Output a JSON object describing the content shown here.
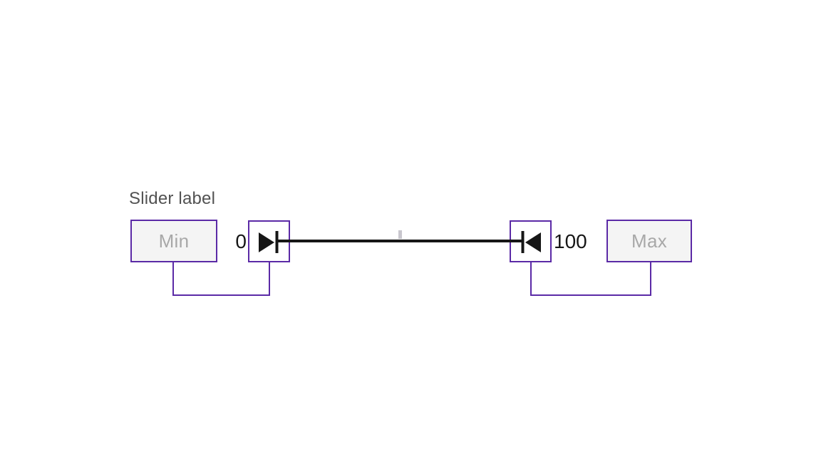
{
  "diagram": {
    "label": "Slider label",
    "range_start_value": "0",
    "range_end_value": "100",
    "min_input_placeholder": "Min",
    "max_input_placeholder": "Max"
  },
  "icons": {
    "range_start_handle": "filled-triangle-right-with-end-bar",
    "range_end_handle": "filled-triangle-left-with-end-bar"
  },
  "colors": {
    "accent_purple": "#5b2aa6",
    "input_fill": "#f4f4f4",
    "track_black": "#161616",
    "label_gray": "#525252",
    "placeholder_gray": "#a8a8a8",
    "tick_gray": "#c9c7ce",
    "background": "#ffffff"
  }
}
